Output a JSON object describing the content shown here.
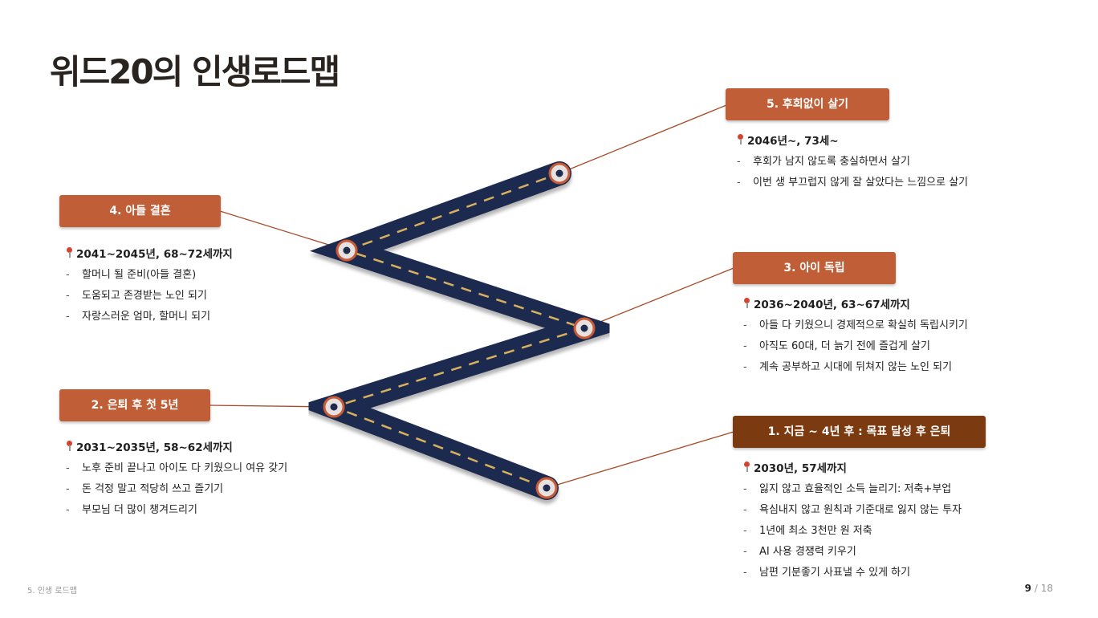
{
  "title": "위드20의 인생로드맵",
  "colors": {
    "label_light": "#c05f37",
    "label_dark": "#7b3a10",
    "road": "#1e2b4f",
    "road_dash": "#d8b15c",
    "connector": "#a54a27"
  },
  "stages": [
    {
      "label": "5. 후회없이 살기",
      "period": "2046년~, 73세~",
      "items": [
        "후회가 남지 않도록 충실하면서 살기",
        "이번 생 부끄럽지 않게 잘 살았다는 느낌으로 살기"
      ]
    },
    {
      "label": "4. 아들 결혼",
      "period": "2041~2045년, 68~72세까지",
      "items": [
        "할머니 될 준비(아들 결혼)",
        "도움되고 존경받는 노인 되기",
        "자랑스러운 엄마, 할머니 되기"
      ]
    },
    {
      "label": "3. 아이 독립",
      "period": "2036~2040년, 63~67세까지",
      "items": [
        "아들 다 키웠으니 경제적으로 확실히 독립시키기",
        "아직도 60대, 더 늙기 전에 즐겁게 살기",
        "계속 공부하고 시대에 뒤쳐지 않는 노인 되기"
      ]
    },
    {
      "label": "2. 은퇴 후 첫 5년",
      "period": "2031~2035년, 58~62세까지",
      "items": [
        "노후 준비 끝나고 아이도 다 키웠으니 여유 갖기",
        "돈 걱정 말고 적당히 쓰고 즐기기",
        "부모님 더 많이 챙겨드리기"
      ]
    },
    {
      "label": "1. 지금 ~ 4년 후 : 목표 달성 후 은퇴",
      "period": "2030년, 57세까지",
      "items": [
        "잃지 않고 효율적인 소득 늘리기: 저축+부업",
        "욕심내지 않고 원칙과 기준대로 잃지 않는 투자",
        "1년에 최소 3천만 원 저축",
        "AI 사용 경쟁력 키우기",
        "남편 기분좋기 사표낼 수 있게 하기"
      ]
    }
  ],
  "footer": {
    "section": "5. 인생 로드맵",
    "page": "9",
    "separator": "/",
    "total": "18"
  }
}
